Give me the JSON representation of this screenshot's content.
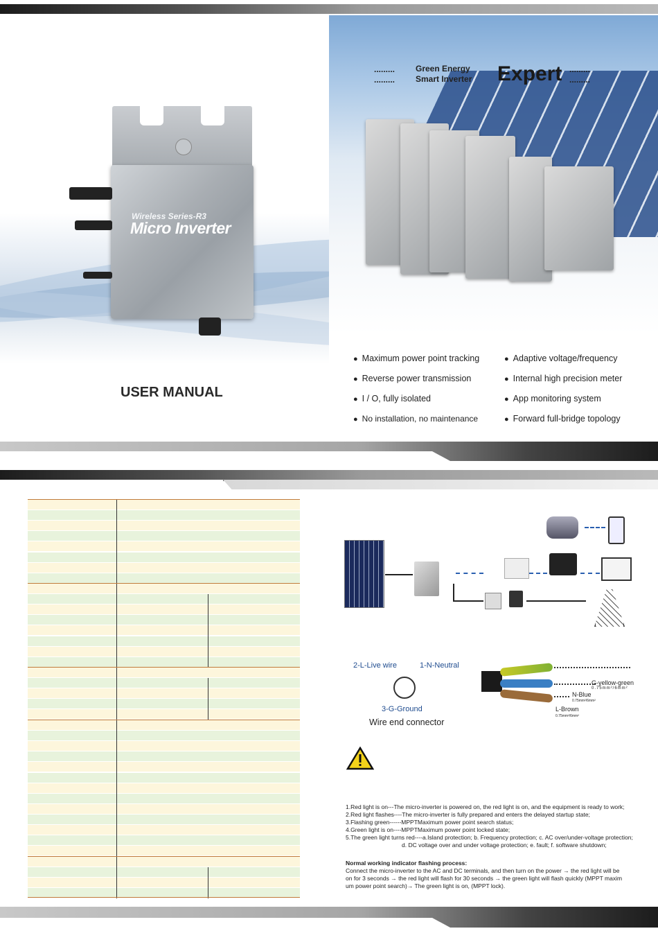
{
  "cover": {
    "product_series": "Wireless Series-R3",
    "product_name": "Micro Inverter",
    "title": "USER MANUAL",
    "tagline_line1_dots": ".........",
    "tagline_line1": "Green  Energy",
    "tagline_line2_dots": ".........",
    "tagline_line2": "Smart Inverter",
    "tagline_expert": "Expert",
    "tagline_trailing_dots": ".........",
    "features_left": [
      "Maximum power point tracking",
      "Reverse power transmission",
      "I / O, fully isolated",
      "No installation, no maintenance"
    ],
    "features_right": [
      "Adaptive voltage/frequency",
      "Internal high precision meter",
      "App monitoring system",
      "Forward full-bridge topology"
    ]
  },
  "wiring": {
    "pin_live": "2-L-Live wire",
    "pin_neutral": "1-N-Neutral",
    "pin_ground": "3-G-Ground",
    "connector_caption": "Wire end connector",
    "wire_ground": "G-yellow-green",
    "wire_ground_spec": "0.75mm²/6mm²",
    "wire_neutral": "N-Blue",
    "wire_neutral_spec": "0.75mm²/6mm²",
    "wire_live": "L-Brown",
    "wire_live_spec": "0.75mm²/6mm²"
  },
  "indicator": {
    "lines": [
      "1.Red light is on---The micro-inverter is powered on, the red light is on, and the equipment is ready to work;",
      "2.Red light flashes----The micro-inverter is fully prepared and enters the delayed startup state;",
      "3.Flashing green------MPPTMaximum power point search status;",
      "4.Green light is on----MPPTMaximum power point locked state;",
      "5.The green light turns red----a.Island protection; b. Frequency protection; c. AC over/under-voltage protection;",
      "d. DC voltage over and under voltage protection; e. fault; f. software shutdown;"
    ],
    "normal_title": "Normal working indicator flashing process:",
    "normal_lines": [
      "Connect the micro-inverter to the AC and DC terminals, and then turn on the power → the red light will be",
      "on for 3 seconds → the red light will flash for 30 seconds → the green light will flash quickly (MPPT maxim",
      "um power point search)→ The green light is on, (MPPT lock)."
    ]
  },
  "colors": {
    "band_dark": "#1c1c1c",
    "row_yellow": "#fdf6dc",
    "row_green": "#e8f3dc",
    "rule": "#c07a3a",
    "label_blue": "#1e4b8e"
  }
}
